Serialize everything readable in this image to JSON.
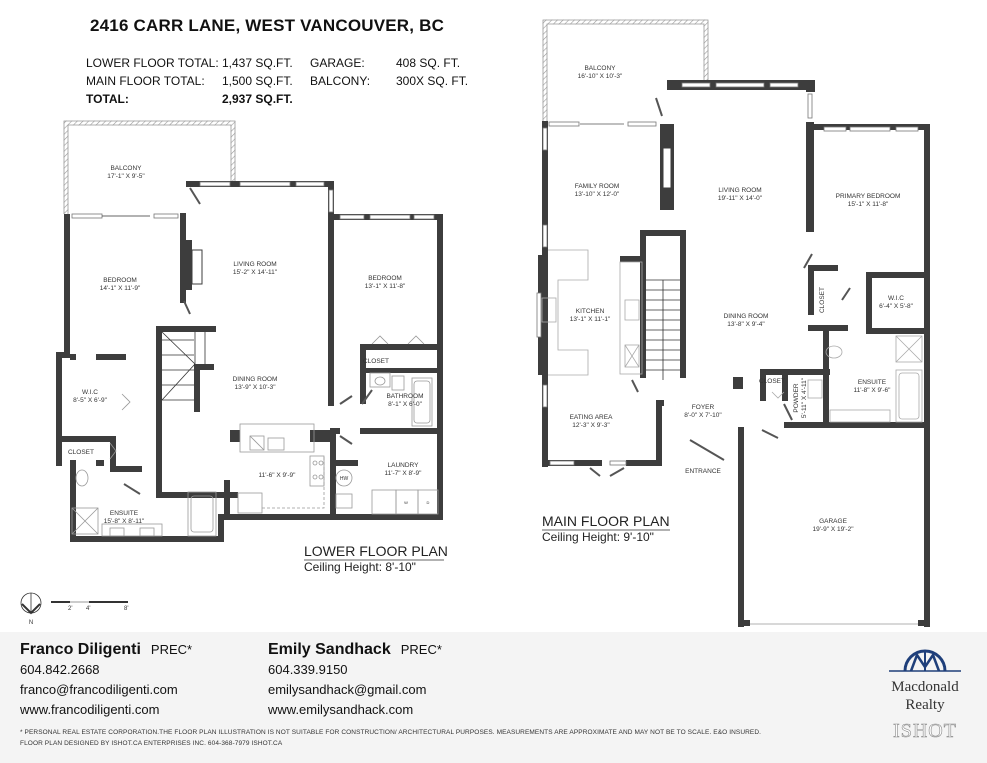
{
  "header": {
    "title": "2416 CARR LANE, WEST VANCOUVER, BC",
    "totals": [
      {
        "label": "LOWER FLOOR TOTAL:",
        "value": "1,437 SQ.FT.",
        "label2": "GARAGE:",
        "value2": "408 SQ. FT."
      },
      {
        "label": "MAIN FLOOR TOTAL:",
        "value": "1,500 SQ.FT.",
        "label2": "BALCONY:",
        "value2": "300X SQ. FT."
      },
      {
        "label": "TOTAL:",
        "value": "2,937 SQ.FT.",
        "label2": "",
        "value2": ""
      }
    ]
  },
  "lower_floor": {
    "title": "LOWER FLOOR PLAN",
    "ceiling": "Ceiling Height: 8'-10\"",
    "rooms": [
      {
        "name": "BALCONY",
        "dims": "17'-1\" X 9'-5\""
      },
      {
        "name": "BEDROOM",
        "dims": "14'-1\" X 11'-9\""
      },
      {
        "name": "LIVING ROOM",
        "dims": "15'-2\" X 14'-11\""
      },
      {
        "name": "BEDROOM",
        "dims": "13'-1\" X 11'-8\""
      },
      {
        "name": "W.I.C",
        "dims": "8'-5\" X 6'-9\""
      },
      {
        "name": "DINING ROOM",
        "dims": "13'-9\" X 10'-3\""
      },
      {
        "name": "CLOSET",
        "dims": ""
      },
      {
        "name": "BATHROOM",
        "dims": "8'-1\" X 6'-0\""
      },
      {
        "name": "CLOSET",
        "dims": ""
      },
      {
        "name": "",
        "dims": "11'-6\" X 9'-9\""
      },
      {
        "name": "LAUNDRY",
        "dims": "11'-7\" X 8'-9\""
      },
      {
        "name": "ENSUITE",
        "dims": "15'-8\" X 8'-11\""
      }
    ],
    "fixtures": {
      "hw": "HW",
      "w": "W",
      "d": "D"
    }
  },
  "main_floor": {
    "title": "MAIN FLOOR PLAN",
    "ceiling": "Ceiling Height: 9'-10\"",
    "rooms": [
      {
        "name": "BALCONY",
        "dims": "16'-10\" X 10'-3\""
      },
      {
        "name": "FAMILY ROOM",
        "dims": "13'-10\" X 12'-0\""
      },
      {
        "name": "LIVING ROOM",
        "dims": "19'-11\" X 14'-0\""
      },
      {
        "name": "PRIMARY BEDROOM",
        "dims": "15'-1\" X 11'-8\""
      },
      {
        "name": "KITCHEN",
        "dims": "13'-1\" X 11'-1\""
      },
      {
        "name": "DINING ROOM",
        "dims": "13'-8\" X 9'-4\""
      },
      {
        "name": "CLOSET",
        "dims": ""
      },
      {
        "name": "W.I.C",
        "dims": "6'-4\" X 5'-8\""
      },
      {
        "name": "CLOSET",
        "dims": ""
      },
      {
        "name": "POWDER",
        "dims": "5'-11\" X 4'-11\""
      },
      {
        "name": "ENSUITE",
        "dims": "11'-8\" X 9'-6\""
      },
      {
        "name": "EATING AREA",
        "dims": "12'-3\" X 9'-3\""
      },
      {
        "name": "FOYER",
        "dims": "8'-0\" X 7'-10\""
      },
      {
        "name": "ENTRANCE",
        "dims": ""
      },
      {
        "name": "GARAGE",
        "dims": "19'-9\" X 19'-2\""
      }
    ]
  },
  "scale": {
    "north": "N",
    "ticks": [
      "2'",
      "4'",
      "8'"
    ]
  },
  "agents": [
    {
      "name": "Franco Diligenti",
      "designation": "PREC*",
      "phone": "604.842.2668",
      "email": "franco@francodiligenti.com",
      "website": "www.francodiligenti.com"
    },
    {
      "name": "Emily Sandhack",
      "designation": "PREC*",
      "phone": "604.339.9150",
      "email": "emilysandhack@gmail.com",
      "website": "www.emilysandhack.com"
    }
  ],
  "disclaimer": {
    "line1": "* PERSONAL REAL ESTATE CORPORATION.THE FLOOR PLAN ILLUSTRATION IS NOT SUITABLE FOR CONSTRUCTION/ ARCHITECTURAL PURPOSES. MEASUREMENTS ARE APPROXIMATE AND MAY NOT BE TO SCALE. E&O INSURED.",
    "line2": "FLOOR PLAN DESIGNED BY ISHOT.CA ENTERPRISES INC. 604-368-7979  ISHOT.CA"
  },
  "logos": {
    "brokerage_line1": "Macdonald",
    "brokerage_line2": "Realty",
    "designer": "ISHOT",
    "brand_color": "#1f3f7a"
  },
  "colors": {
    "wall": "#3d3d3d",
    "balcony_hatch": "#999999",
    "fixture": "#9a9a9a"
  }
}
